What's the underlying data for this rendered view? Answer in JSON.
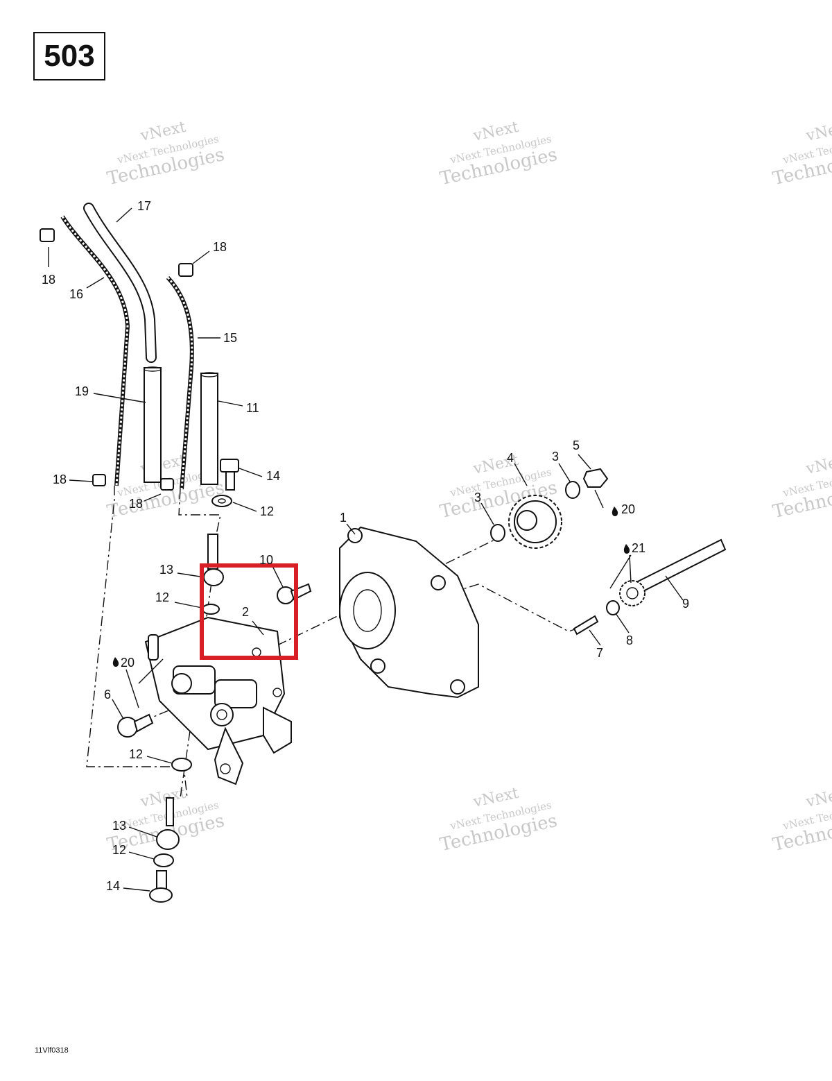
{
  "page": {
    "number": "503",
    "figure_code": "11Vlf0318"
  },
  "watermark": {
    "line1": "vNext",
    "line2": "vNext Technologies",
    "line3": "Technologies"
  },
  "highlight": {
    "color": "#d81f26"
  },
  "callouts": {
    "c1": "1",
    "c2": "2",
    "c3a": "3",
    "c3b": "3",
    "c4": "4",
    "c5": "5",
    "c6": "6",
    "c7": "7",
    "c8": "8",
    "c9": "9",
    "c10": "10",
    "c11": "11",
    "c12a": "12",
    "c12b": "12",
    "c12c": "12",
    "c12d": "12",
    "c13a": "13",
    "c13b": "13",
    "c14a": "14",
    "c14b": "14",
    "c15": "15",
    "c16": "16",
    "c17": "17",
    "c18a": "18",
    "c18b": "18",
    "c18c": "18",
    "c18d": "18",
    "c19": "19",
    "c20a": "20",
    "c20b": "20",
    "c21": "21"
  },
  "icons": {
    "lubricant": "oil-drop-icon"
  }
}
